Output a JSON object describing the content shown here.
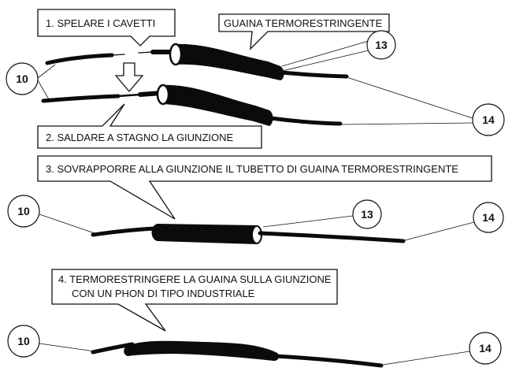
{
  "steps": {
    "step1": "1.  SPELARE I CAVETTI",
    "step2": "2.  SALDARE A STAGNO LA GIUNZIONE",
    "step3": "3.  SOVRAPPORRE ALLA GIUNZIONE IL TUBETTO DI GUAINA TERMORESTRINGENTE",
    "step4_line1": "4.  TERMORESTRINGERE LA GUAINA SULLA GIUNZIONE",
    "step4_line2": "CON UN PHON DI TIPO INDUSTRIALE"
  },
  "labels": {
    "sheath": "GUAINA TERMORESTRINGENTE"
  },
  "callouts": {
    "wire_left": "10",
    "sleeve": "13",
    "wire_right": "14"
  },
  "colors": {
    "ink": "#0b0b0b",
    "background": "#ffffff"
  }
}
